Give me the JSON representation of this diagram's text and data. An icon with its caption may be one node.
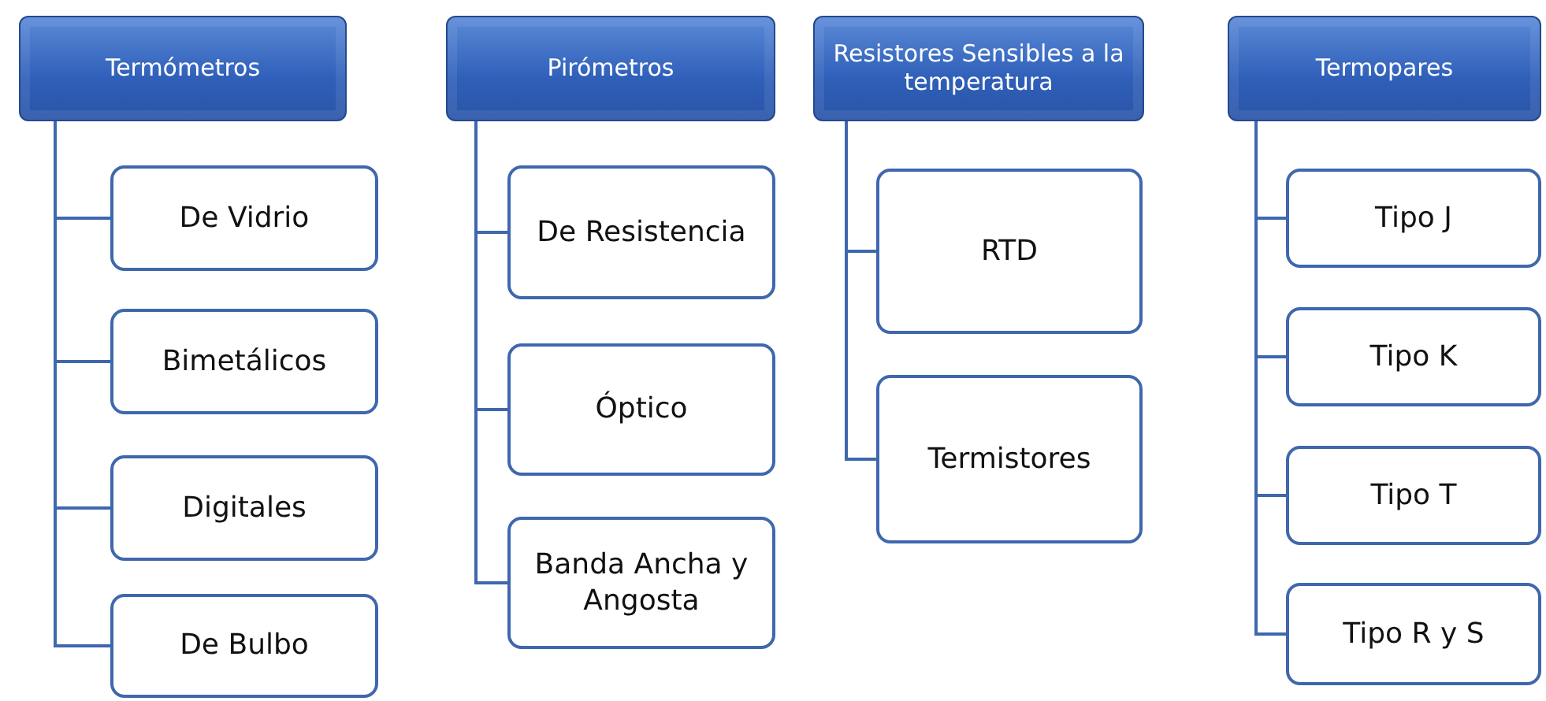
{
  "diagram": {
    "nodes": [
      {
        "text": [
          "Termómetros"
        ]
      },
      {
        "text": [
          "De Vidrio"
        ]
      },
      {
        "text": [
          "Bimetálicos"
        ]
      },
      {
        "text": [
          "Digitales"
        ]
      },
      {
        "text": [
          "De Bulbo"
        ]
      },
      {
        "text": [
          "Pirómetros"
        ]
      },
      {
        "text": [
          "De Resistencia"
        ]
      },
      {
        "text": [
          "Óptico"
        ]
      },
      {
        "text": [
          "Banda Ancha y Angosta"
        ]
      },
      {
        "text": [
          "Resistores Sensibles a la temperatura"
        ]
      },
      {
        "text": [
          "RTD"
        ]
      },
      {
        "text": [
          "Termistores"
        ]
      },
      {
        "text": [
          "Termopares"
        ]
      },
      {
        "text": [
          "Tipo J"
        ]
      },
      {
        "text": [
          "Tipo K"
        ]
      },
      {
        "text": [
          "Tipo T"
        ]
      },
      {
        "text": [
          "Tipo R y S"
        ]
      }
    ],
    "edges": [
      {
        "from": 0,
        "to": 1,
        "arrow": "none"
      },
      {
        "from": 0,
        "to": 2,
        "arrow": "none"
      },
      {
        "from": 0,
        "to": 3,
        "arrow": "none"
      },
      {
        "from": 0,
        "to": 4,
        "arrow": "none"
      },
      {
        "from": 5,
        "to": 6,
        "arrow": "none"
      },
      {
        "from": 5,
        "to": 7,
        "arrow": "none"
      },
      {
        "from": 5,
        "to": 8,
        "arrow": "none"
      },
      {
        "from": 9,
        "to": 10,
        "arrow": "none"
      },
      {
        "from": 9,
        "to": 11,
        "arrow": "none"
      },
      {
        "from": 12,
        "to": 13,
        "arrow": "none"
      },
      {
        "from": 12,
        "to": 14,
        "arrow": "none"
      },
      {
        "from": 12,
        "to": 15,
        "arrow": "none"
      },
      {
        "from": 12,
        "to": 16,
        "arrow": "none"
      }
    ]
  }
}
